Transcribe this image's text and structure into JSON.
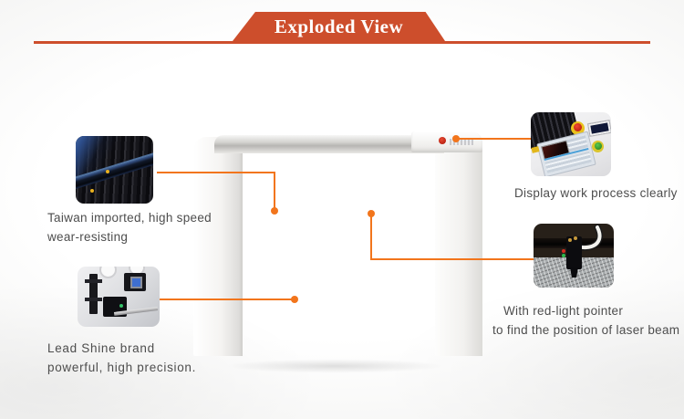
{
  "header": {
    "title": "Exploded View"
  },
  "callouts": {
    "top_left": {
      "line1": "Taiwan imported, high speed",
      "line2": "wear-resisting",
      "image": "linear-rail-photo"
    },
    "bottom_left": {
      "line1": "Lead Shine brand",
      "line2": "powerful, high precision.",
      "image": "stepper-motor-photo"
    },
    "top_right": {
      "line1": "Display work process clearly",
      "image": "control-panel-photo"
    },
    "bottom_right": {
      "line1": "With red-light pointer",
      "line2": "to find the position of laser beam",
      "image": "laser-head-photo"
    }
  },
  "colors": {
    "accent_banner": "#cd4e2c",
    "connector_orange": "#f2751c",
    "machine_panel_slate": "#46566a",
    "machine_handle_orange": "#f26a15",
    "warning_label_yellow": "#ecc525",
    "text_gray": "#4d4d4d"
  }
}
